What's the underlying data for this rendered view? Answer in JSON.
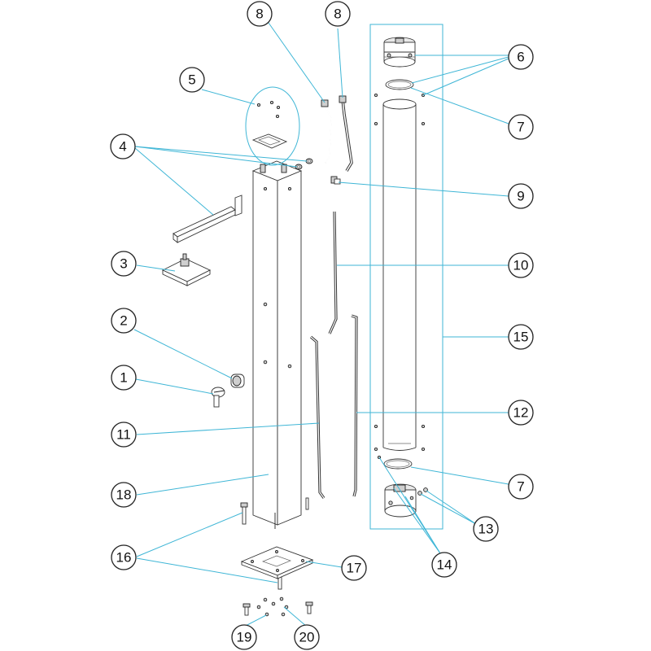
{
  "diagram": {
    "callouts": [
      {
        "id": "c8a",
        "label": "8"
      },
      {
        "id": "c8b",
        "label": "8"
      },
      {
        "id": "c6",
        "label": "6"
      },
      {
        "id": "c5",
        "label": "5"
      },
      {
        "id": "c7a",
        "label": "7"
      },
      {
        "id": "c4",
        "label": "4"
      },
      {
        "id": "c9",
        "label": "9"
      },
      {
        "id": "c3",
        "label": "3"
      },
      {
        "id": "c10",
        "label": "10"
      },
      {
        "id": "c2",
        "label": "2"
      },
      {
        "id": "c15",
        "label": "15"
      },
      {
        "id": "c1",
        "label": "1"
      },
      {
        "id": "c12",
        "label": "12"
      },
      {
        "id": "c11",
        "label": "11"
      },
      {
        "id": "c18",
        "label": "18"
      },
      {
        "id": "c7b",
        "label": "7"
      },
      {
        "id": "c13",
        "label": "13"
      },
      {
        "id": "c16",
        "label": "16"
      },
      {
        "id": "c17",
        "label": "17"
      },
      {
        "id": "c14",
        "label": "14"
      },
      {
        "id": "c19",
        "label": "19"
      },
      {
        "id": "c20",
        "label": "20"
      }
    ],
    "colors": {
      "leader": "#3fb6d6",
      "outline": "#222222",
      "background": "#ffffff"
    }
  }
}
